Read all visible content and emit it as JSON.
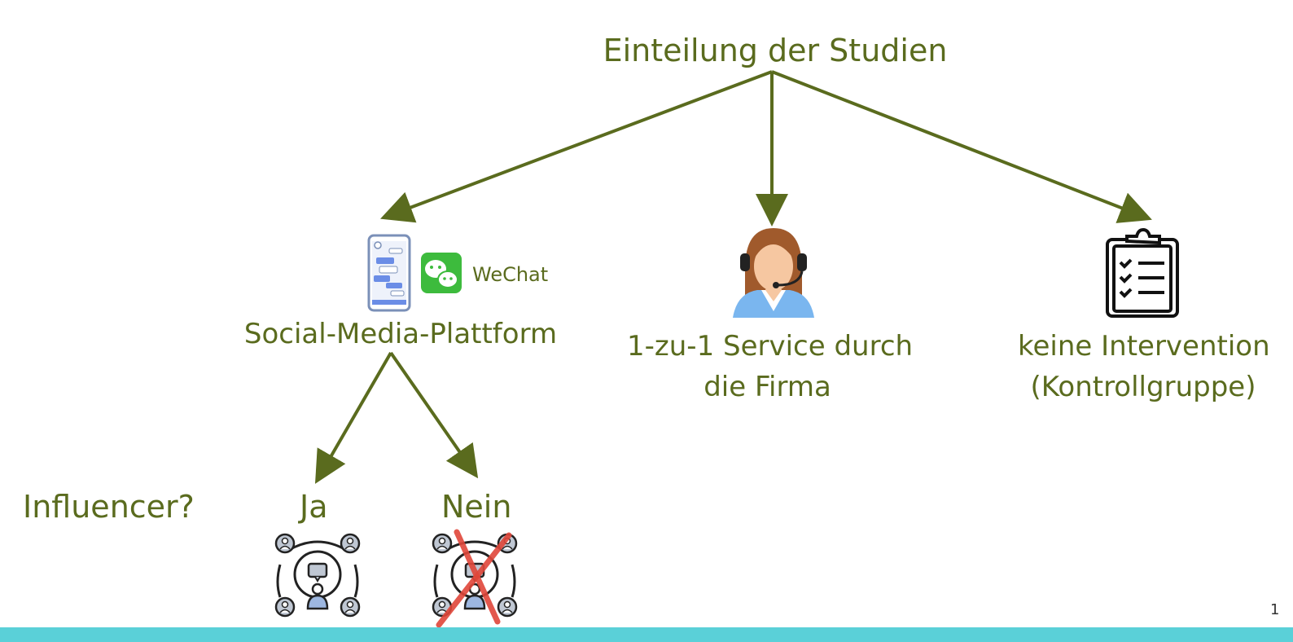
{
  "diagram": {
    "title": "Einteilung der Studien",
    "branches": [
      {
        "label": "Social-Media-Plattform",
        "icon": "smartphone-chat-icon"
      },
      {
        "label_line1": "1-zu-1 Service durch",
        "label_line2": "die Firma",
        "icon": "call-center-agent-icon"
      },
      {
        "label_line1": "keine Intervention",
        "label_line2": "(Kontrollgruppe)",
        "icon": "clipboard-checklist-icon"
      }
    ],
    "wechat_label": "WeChat",
    "influencer_question": "Influencer?",
    "sub_branches": [
      {
        "label": "Ja",
        "icon": "influencer-network-icon"
      },
      {
        "label": "Nein",
        "icon": "influencer-network-crossed-icon"
      }
    ],
    "page_number": "1"
  },
  "colors": {
    "text": "#5a6b1e",
    "arrow": "#5a6b1e",
    "bottom_bar": "#5ad0d8",
    "wechat": "#3dbb3d",
    "cross": "#e0473a"
  }
}
